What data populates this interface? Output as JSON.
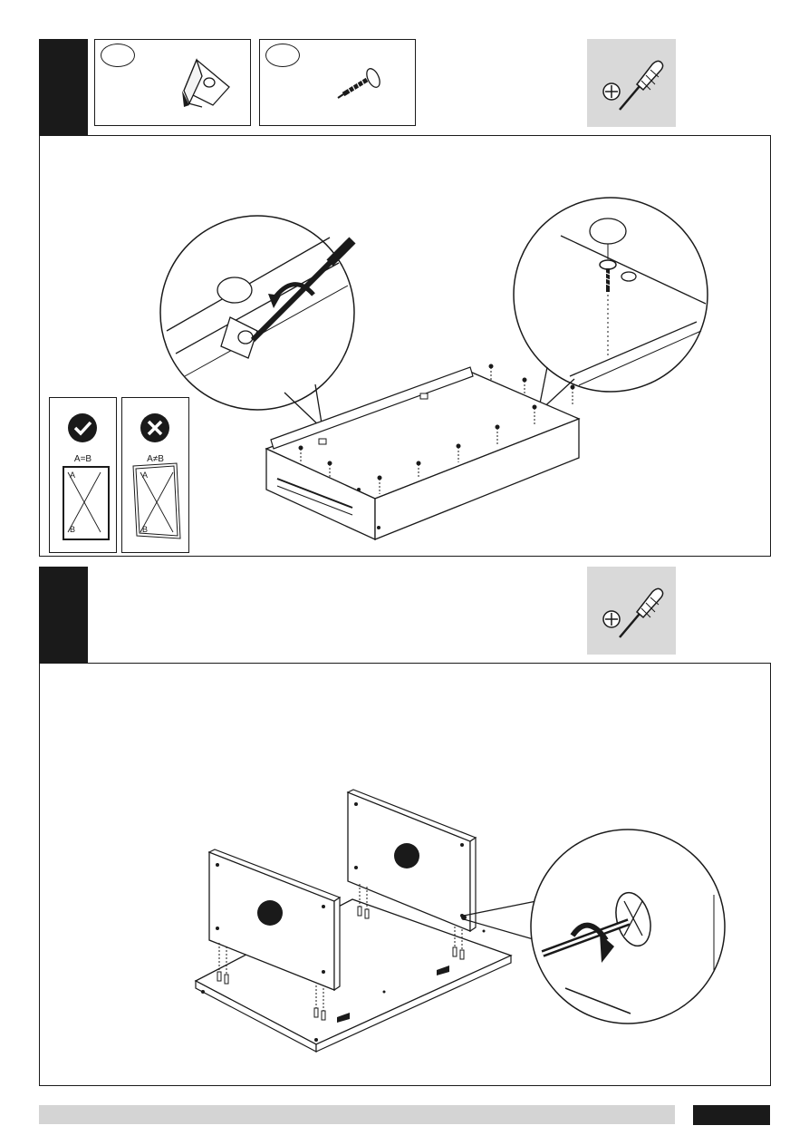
{
  "step1": {
    "parts": [
      {
        "icon": "corner-bracket-icon",
        "label": ""
      },
      {
        "icon": "wood-screw-icon",
        "label": ""
      }
    ],
    "tool": {
      "icon": "phillips-screwdriver-icon"
    },
    "callouts": {
      "left_oval": "",
      "right_oval": ""
    },
    "check_correct": {
      "label": "A=B",
      "corner_a": "A",
      "corner_b": "B"
    },
    "check_wrong": {
      "label": "A≠B",
      "corner_a": "A",
      "corner_b": "B"
    }
  },
  "step2": {
    "tool": {
      "icon": "phillips-screwdriver-icon"
    }
  },
  "colors": {
    "ink": "#1a1a1a",
    "tool_bg": "#d9d9d9",
    "footer_bar": "#d4d4d4"
  }
}
